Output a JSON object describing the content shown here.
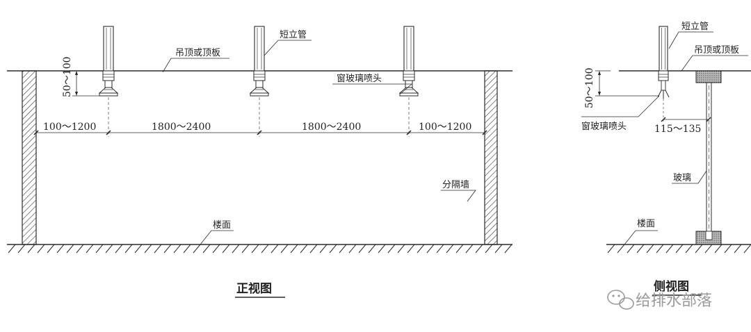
{
  "front_view": {
    "title": "正视图",
    "labels": {
      "ceiling": "吊顶或顶板",
      "short_riser": "短立管",
      "window_sprinkler": "窗玻璃喷头",
      "partition_wall": "分隔墙",
      "floor": "楼面"
    },
    "dimensions": {
      "vertical": "50～100",
      "span_end_left": "100～1200",
      "span_mid_left": "1800～2400",
      "span_mid_right": "1800～2400",
      "span_end_right": "100～1200"
    }
  },
  "side_view": {
    "title": "侧视图",
    "labels": {
      "short_riser": "短立管",
      "ceiling": "吊顶或顶板",
      "window_sprinkler": "窗玻璃喷头",
      "glass": "玻璃",
      "floor": "楼面"
    },
    "dimensions": {
      "vertical": "50～100",
      "offset": "115～135"
    }
  },
  "watermark": "给排水部落"
}
